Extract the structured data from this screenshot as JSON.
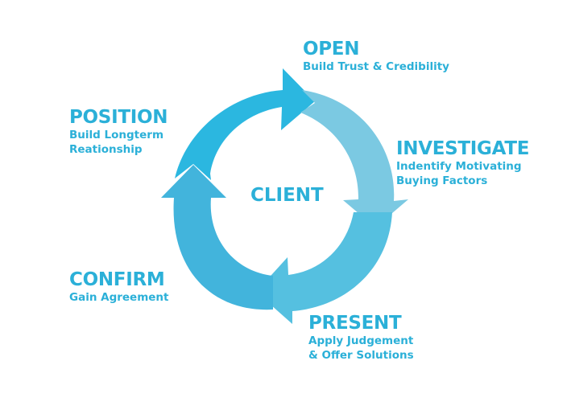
{
  "center_label": "CLIENT",
  "colors": {
    "text": "#2bb0d8",
    "arrow_open": "#2bb7e0",
    "arrow_investigate": "#7bc9e2",
    "arrow_present": "#55c0e0",
    "arrow_confirm": "#42b4dc"
  },
  "stages": [
    {
      "title": "OPEN",
      "lines": [
        "Build Trust & Credibility"
      ]
    },
    {
      "title": "INVESTIGATE",
      "lines": [
        "Indentify Motivating",
        "Buying Factors"
      ]
    },
    {
      "title": "PRESENT",
      "lines": [
        "Apply Judgement",
        "& Offer Solutions"
      ]
    },
    {
      "title": "CONFIRM",
      "lines": [
        "Gain Agreement"
      ]
    },
    {
      "title": "POSITION",
      "lines": [
        "Build Longterm",
        "Reationship"
      ]
    }
  ]
}
